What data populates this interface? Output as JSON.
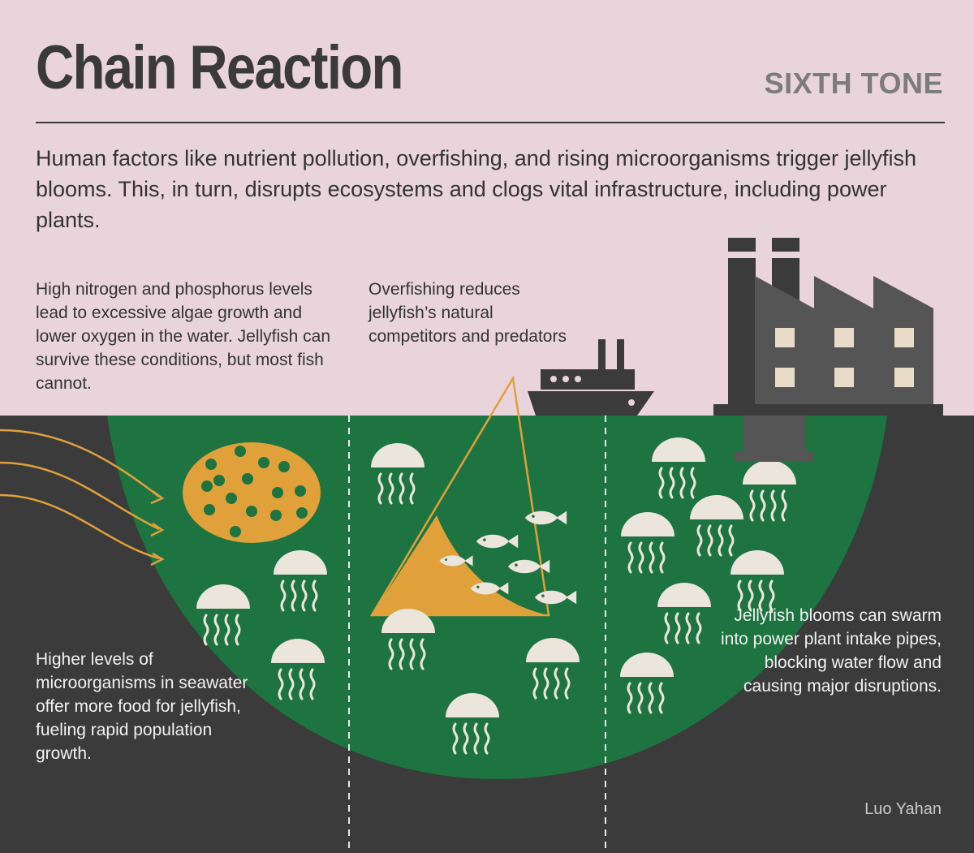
{
  "header": {
    "title": "Chain Reaction",
    "brand": "SIXTH TONE"
  },
  "intro": "Human factors like nutrient pollution, overfishing, and rising microorganisms trigger jellyfish blooms. This, in turn, disrupts ecosystems and clogs vital infrastructure, including power plants.",
  "notes": {
    "nutrients": "High nitrogen and phosphorus levels lead to excessive algae growth and lower oxygen in the water. Jellyfish can survive these conditions, but most fish cannot.",
    "overfishing": "Overfishing reduces jellyfish’s natural competitors and predators",
    "microorganisms": "Higher levels of microorganisms in seawater offer more food for jellyfish, fueling rapid population growth.",
    "power_plants": "Jellyfish blooms can swarm into power plant intake pipes, blocking water flow and causing major disruptions."
  },
  "credit": "Luo Yahan",
  "colors": {
    "sky": "#e9d4db",
    "sea": "#1d7440",
    "ground": "#3b3b3b",
    "accent": "#e0a03a",
    "jellyfish": "#ebe5dc",
    "text": "#333333",
    "brand": "#7c7c7c",
    "factory": "#555555"
  },
  "icons": [
    "jellyfish-icon",
    "fish-icon",
    "algae-icon",
    "ship-icon",
    "factory-icon",
    "fishing-net-icon",
    "nutrient-arrow-icon"
  ]
}
